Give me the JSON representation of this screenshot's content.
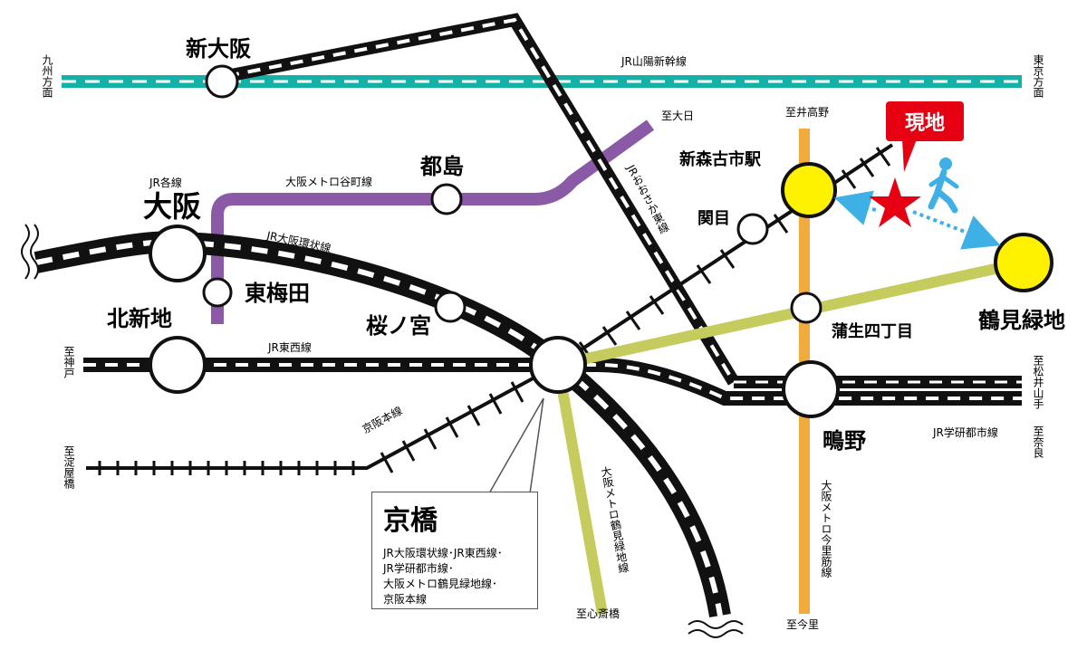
{
  "lines": {
    "shinkansen": "JR山陽新幹線",
    "kyushu_dir": "九州方面",
    "tokyo_dir": "東京方面",
    "tanimachi": "大阪メトロ谷町線",
    "to_dainichi": "至大日",
    "jr_lines": "JR各線",
    "loop": "JR大阪環状線",
    "osaka_higashi": "JRおおさか東線",
    "tozai": "JR東西線",
    "to_kobe": "至神戸",
    "keihan": "京阪本線",
    "to_yodoyabashi": "至淀屋橋",
    "nagahori": "大阪メトロ鶴見緑地線",
    "to_shinsaibashi": "至心斎橋",
    "imazatosuji": "大阪メトロ今里筋線",
    "to_igano": "至井高野",
    "to_imazato": "至今里",
    "to_matsuiyamate": "至松井山手",
    "gakkentoshi": "JR学研都市線",
    "to_nara": "至奈良"
  },
  "stations": {
    "shin_osaka": "新大阪",
    "osaka": "大阪",
    "higashi_umeda": "東梅田",
    "kitashinchi": "北新地",
    "miyakojima": "都島",
    "sakuranomiya": "桜ノ宮",
    "sekime": "関目",
    "shinmorifuruichi": "新森古市駅",
    "gamo": "蒲生四丁目",
    "tsurumiryokuchi": "鶴見緑地",
    "shigino": "鴫野"
  },
  "callout": {
    "title": "京橋",
    "line1": "JR大阪環状線･JR東西線･",
    "line2": "JR学研都市線･",
    "line3": "大阪メトロ鶴見緑地線･",
    "line4": "京阪本線"
  },
  "marker": {
    "label": "現地"
  },
  "colors": {
    "shinkansen": "#14b1a8",
    "tanimachi": "#8a5aa6",
    "nagahori": "#c5cc5d",
    "imazatosuji": "#f1ab3c",
    "jr": "#111111",
    "station_yellow": "#fff200",
    "marker": "#e60012",
    "walker": "#3eb0e6"
  },
  "icons": [
    "star-icon",
    "walking-person-icon",
    "double-arrow-icon",
    "wavy-break-icon"
  ]
}
